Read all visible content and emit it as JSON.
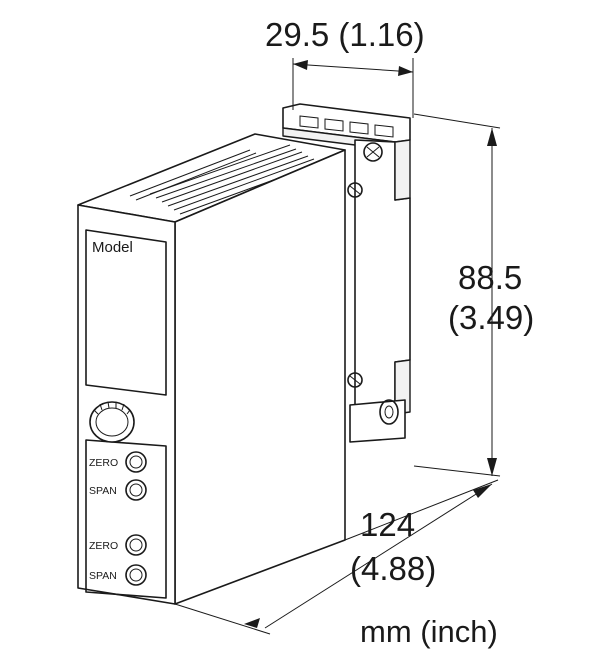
{
  "dimensions": {
    "width": "29.5 (1.16)",
    "height_mm": "88.5",
    "height_in": "(3.49)",
    "depth_mm": "124",
    "depth_in": "(4.88)"
  },
  "units_label": "mm (inch)",
  "panel": {
    "model_label": "Model",
    "zero_label": "ZERO",
    "span_label": "SPAN"
  }
}
